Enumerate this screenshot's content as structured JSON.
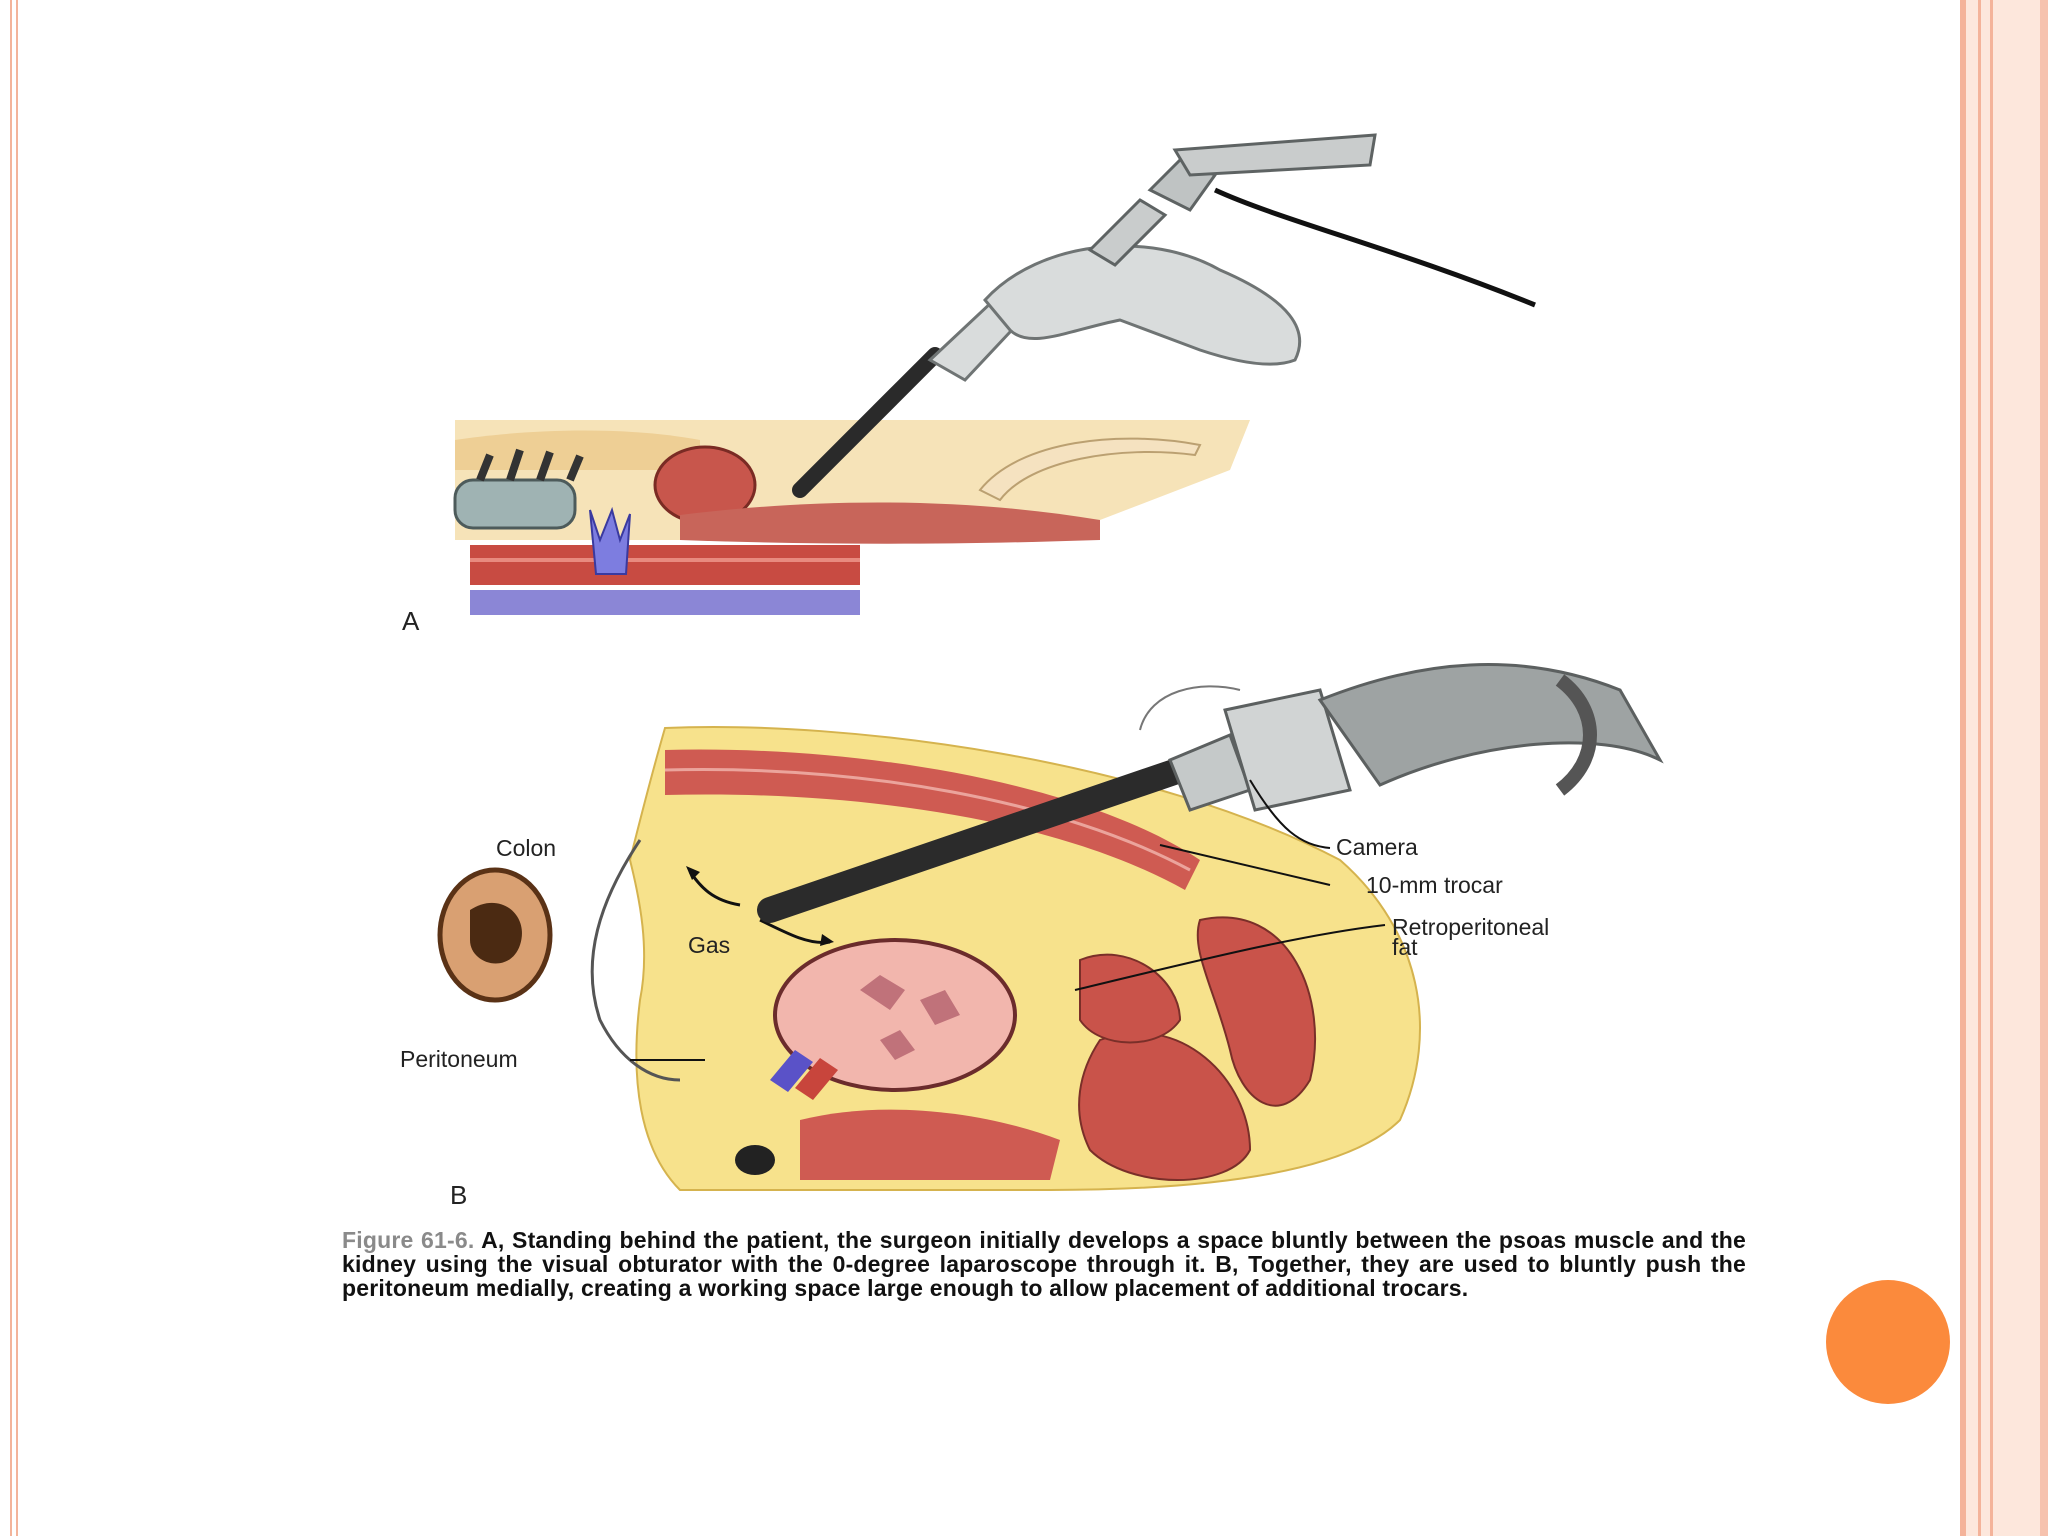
{
  "figure": {
    "panel_a_label": "A",
    "panel_b_label": "B",
    "callouts": {
      "colon": "Colon",
      "gas": "Gas",
      "peritoneum": "Peritoneum",
      "camera": "Camera",
      "trocar": "10-mm trocar",
      "retro_line1": "Retroperitoneal",
      "retro_line2": "fat"
    },
    "caption": {
      "figure_number": "Figure 61-6.",
      "text": "A, Standing behind the patient, the surgeon initially develops a space bluntly between the psoas muscle and the kidney using the visual obturator with the 0-degree laparoscope through it. B, Together, they are used to bluntly push the peritoneum medially, creating a working space large enough to allow placement of additional trocars."
    }
  },
  "colors": {
    "accent": "#fb8a3c",
    "border": "#f4b39a"
  }
}
